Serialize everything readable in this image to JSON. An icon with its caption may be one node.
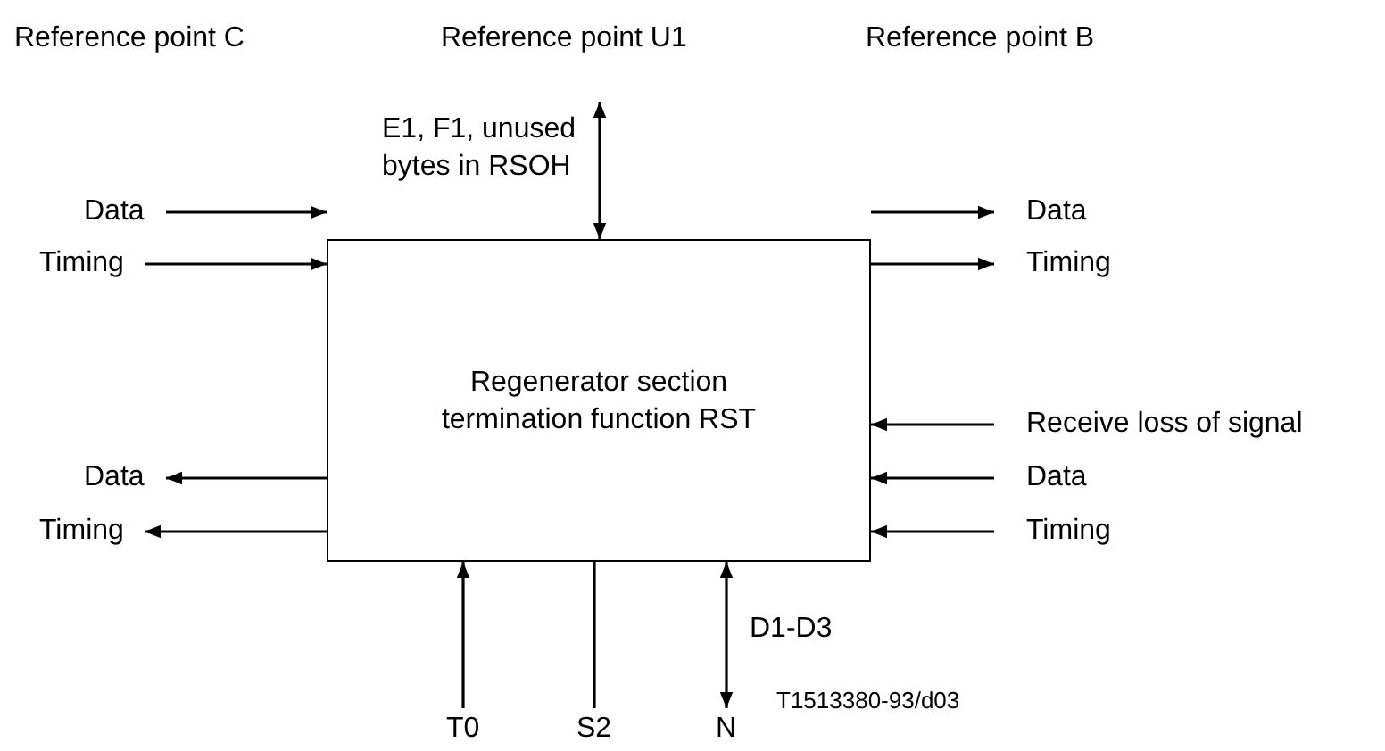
{
  "diagram": {
    "nodes": [
      {
        "text": [
          "Regenerator section termination function RST"
        ]
      },
      {
        "text": [
          "Data"
        ]
      },
      {
        "text": [
          "Timing"
        ]
      },
      {
        "text": [
          "Data"
        ]
      },
      {
        "text": [
          "Timing"
        ]
      },
      {
        "text": [
          "Data"
        ]
      },
      {
        "text": [
          "Timing"
        ]
      },
      {
        "text": [
          "Receive loss of signal"
        ]
      },
      {
        "text": [
          "Data"
        ]
      },
      {
        "text": [
          "Timing"
        ]
      },
      {
        "text": [
          "T0"
        ]
      },
      {
        "text": [
          "S2"
        ]
      },
      {
        "text": [
          "N"
        ]
      }
    ],
    "edges": [
      {
        "from": 0,
        "to": null,
        "arrow": "both",
        "label": "E1, F1, unused bytes in RSOH"
      },
      {
        "from": 1,
        "to": 0,
        "arrow": "to"
      },
      {
        "from": 2,
        "to": 0,
        "arrow": "to"
      },
      {
        "from": 0,
        "to": 3,
        "arrow": "to"
      },
      {
        "from": 0,
        "to": 4,
        "arrow": "to"
      },
      {
        "from": 0,
        "to": 5,
        "arrow": "to"
      },
      {
        "from": 0,
        "to": 6,
        "arrow": "to"
      },
      {
        "from": 7,
        "to": 0,
        "arrow": "to"
      },
      {
        "from": 8,
        "to": 0,
        "arrow": "to"
      },
      {
        "from": 9,
        "to": 0,
        "arrow": "to"
      },
      {
        "from": 10,
        "to": 0,
        "arrow": "to"
      },
      {
        "from": 11,
        "to": 0,
        "arrow": "none"
      },
      {
        "from": 0,
        "to": 12,
        "arrow": "both",
        "label": "D1-D3"
      }
    ],
    "labels": [
      "Reference point C",
      "Reference point U1",
      "Reference point B",
      "T1513380-93/d03"
    ]
  }
}
